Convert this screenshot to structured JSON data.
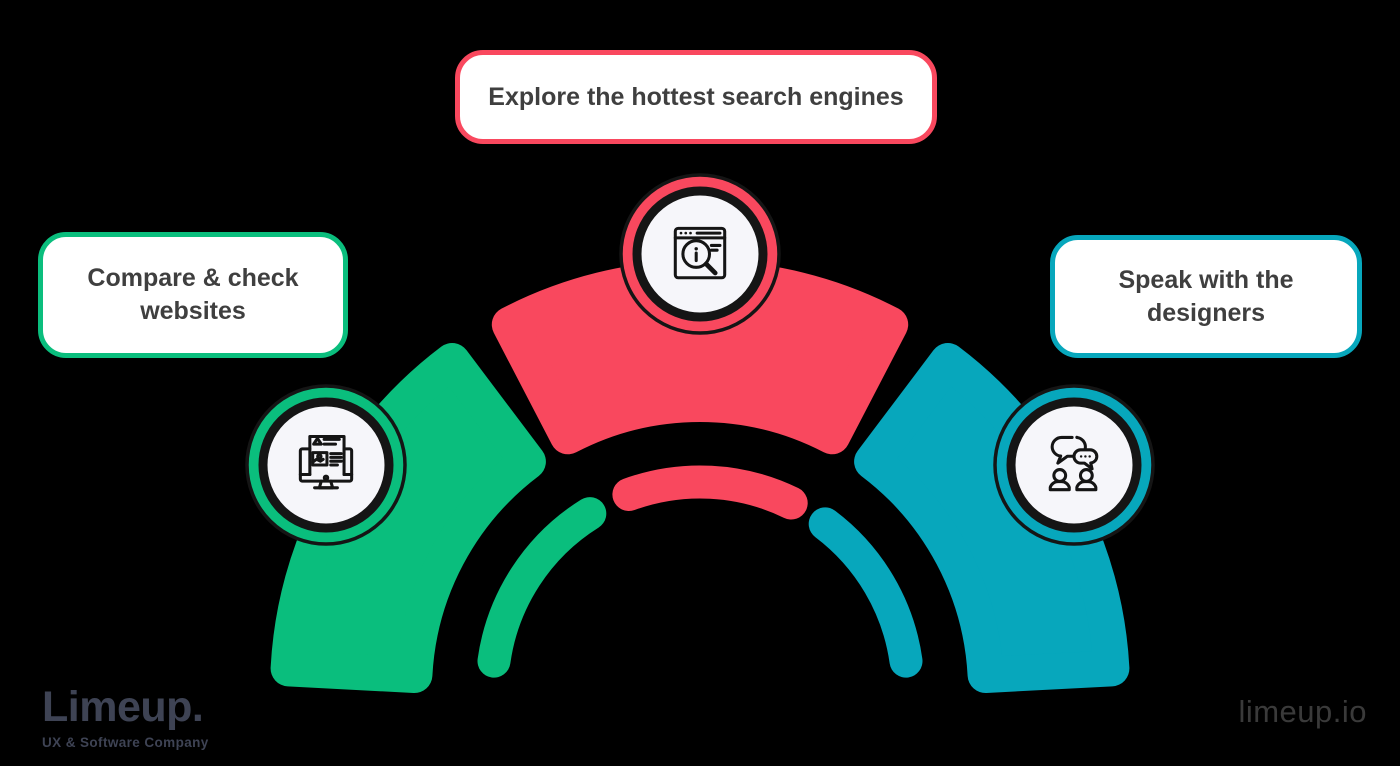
{
  "colors": {
    "green": "#0ABE7D",
    "red": "#F9485E",
    "teal": "#07A7BC",
    "ink": "#151515",
    "badge_face": "#F6F6FA",
    "callout_bg": "#FFFFFF",
    "text": "#3F3F3F",
    "logo": "#3E4354",
    "website": "#3A3A3A",
    "background": "#000000"
  },
  "figure": {
    "type": "semicircular-3-step-process-diagram",
    "segment_colors": [
      "green",
      "red",
      "teal"
    ]
  },
  "callouts": [
    {
      "label": "Compare & check websites",
      "accent": "green"
    },
    {
      "label": "Explore the hottest search engines",
      "accent": "red"
    },
    {
      "label": "Speak with the designers",
      "accent": "teal"
    }
  ],
  "icons": [
    "website-monitor-icon",
    "browser-search-icon",
    "designers-chat-icon"
  ],
  "brand": {
    "logo_text": "Limeup.",
    "tagline": "UX & Software Company",
    "website": "limeup.io"
  }
}
